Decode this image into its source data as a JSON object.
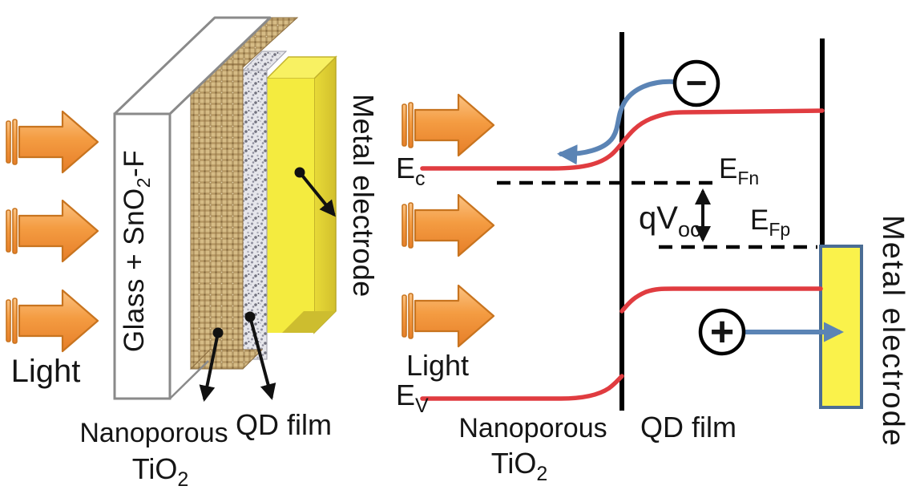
{
  "figure": {
    "left_panel": {
      "light_label": "Light",
      "glass_label": {
        "text": "Glass + SnO",
        "sub": "2",
        "suffix": "-F"
      },
      "metal_electrode_label": "Metal electrode",
      "nanoporous_label": "Nanoporous",
      "tio2_label": {
        "text": "TiO",
        "sub": "2"
      },
      "qd_film_label": "QD film"
    },
    "right_panel": {
      "light_label": "Light",
      "conduction_band_label": {
        "text": "E",
        "sub": "c"
      },
      "valence_band_label": {
        "text": "E",
        "sub": "V"
      },
      "electron_fermi_label": {
        "text": "E",
        "sub": "Fn"
      },
      "hole_fermi_label": {
        "text": "E",
        "sub": "Fp"
      },
      "voc_label": {
        "text": "qV",
        "sub": "oc"
      },
      "electron_symbol": "−",
      "hole_symbol": "+",
      "metal_electrode_label": "Metal electrode",
      "nanoporous_label": "Nanoporous",
      "tio2_label": {
        "text": "TiO",
        "sub": "2"
      },
      "qd_film_label": "QD film"
    },
    "colors": {
      "band_red": "#E03C40",
      "carrier_blue": "#5B84B5",
      "light_arrow_orange": "#F59B45",
      "electrode_yellow": "#FAF24B",
      "electrode_border_blue": "#4B6D94",
      "tio2_tan": "#D6BC86",
      "qd_gray": "#E4E4EA"
    }
  }
}
